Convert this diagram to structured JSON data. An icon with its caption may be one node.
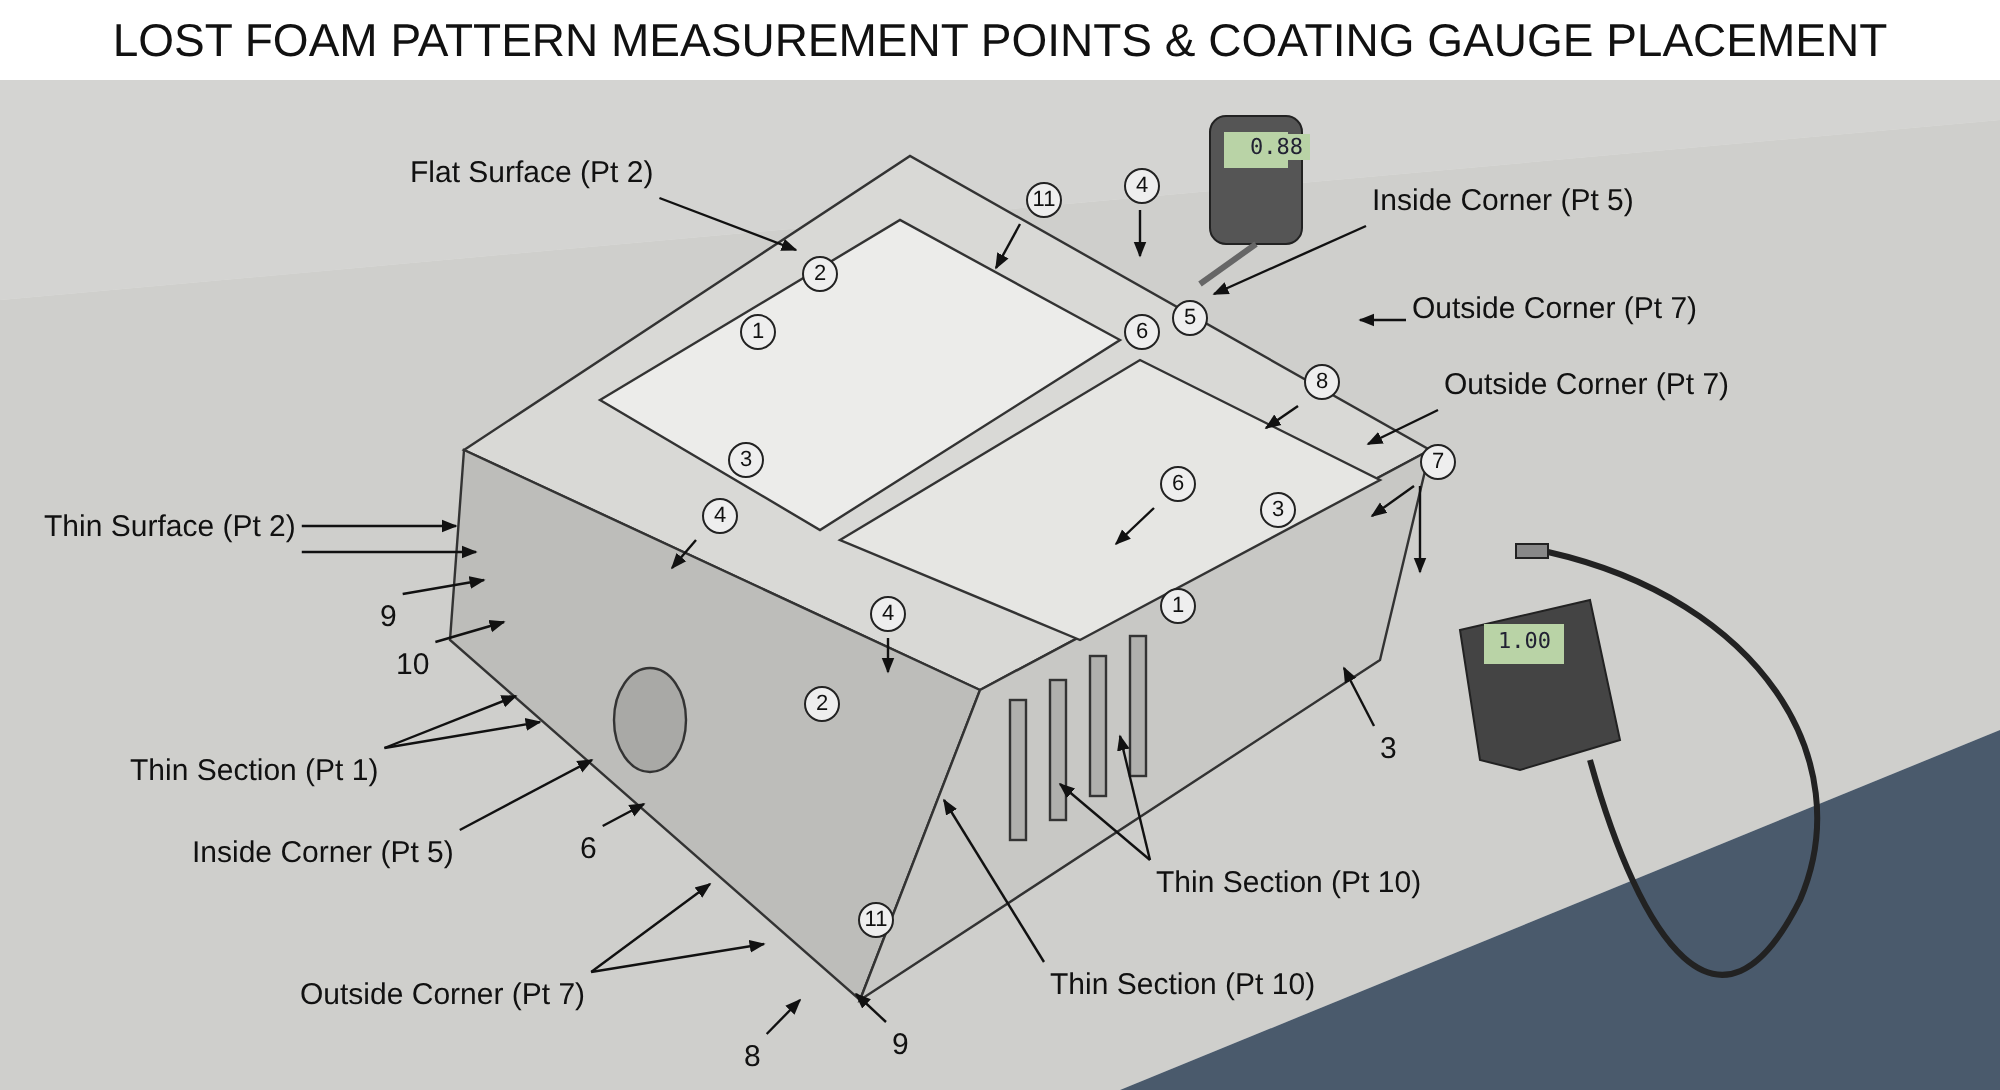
{
  "diagram": {
    "title": "LOST FOAM PATTERN MEASUREMENT POINTS & COATING GAUGE PLACEMENT",
    "nodes": [
      {
        "text": [
          "Flat Surface (Pt 2)"
        ]
      },
      {
        "text": [
          "Inside Corner (Pt 5)"
        ]
      },
      {
        "text": [
          "Outside Corner (Pt 7)"
        ]
      },
      {
        "text": [
          "Outside Corner (Pt 7)"
        ]
      },
      {
        "text": [
          "Thin Surface (Pt 2)"
        ]
      },
      {
        "text": [
          "9"
        ]
      },
      {
        "text": [
          "10"
        ]
      },
      {
        "text": [
          "Thin Section (Pt 1)"
        ]
      },
      {
        "text": [
          "Inside Corner (Pt 5)"
        ]
      },
      {
        "text": [
          "6"
        ]
      },
      {
        "text": [
          "Outside Corner (Pt 7)"
        ]
      },
      {
        "text": [
          "8"
        ]
      },
      {
        "text": [
          "9"
        ]
      },
      {
        "text": [
          "Thin Section (Pt 10)"
        ]
      },
      {
        "text": [
          "Thin Section (Pt 10)"
        ]
      },
      {
        "text": [
          "3"
        ]
      },
      {
        "text": [
          "11"
        ]
      },
      {
        "text": [
          "4"
        ]
      },
      {
        "text": [
          "8"
        ]
      },
      {
        "text": [
          "7"
        ]
      },
      {
        "text": [
          "6"
        ]
      },
      {
        "text": [
          "4"
        ]
      },
      {
        "text": [
          "4"
        ]
      },
      {
        "text": [
          "2"
        ]
      },
      {
        "text": [
          "5"
        ]
      },
      {
        "text": [
          "6"
        ]
      },
      {
        "text": [
          "1"
        ]
      },
      {
        "text": [
          "3"
        ]
      },
      {
        "text": [
          "3"
        ]
      },
      {
        "text": [
          "1"
        ]
      },
      {
        "text": [
          "2"
        ]
      },
      {
        "text": [
          "11"
        ]
      }
    ],
    "edges": [
      {
        "from": 0,
        "to": 23,
        "arrow": "to"
      },
      {
        "from": 1,
        "to": 24,
        "arrow": "to"
      },
      {
        "from": 2,
        "to": null,
        "arrow": "to"
      },
      {
        "from": 3,
        "to": null,
        "arrow": "to"
      },
      {
        "from": 4,
        "to": null,
        "arrow": "to"
      },
      {
        "from": 4,
        "to": null,
        "arrow": "to"
      },
      {
        "from": 5,
        "to": null,
        "arrow": "to"
      },
      {
        "from": 6,
        "to": null,
        "arrow": "to"
      },
      {
        "from": 7,
        "to": null,
        "arrow": "to"
      },
      {
        "from": 7,
        "to": null,
        "arrow": "to"
      },
      {
        "from": 8,
        "to": null,
        "arrow": "to"
      },
      {
        "from": 9,
        "to": null,
        "arrow": "to"
      },
      {
        "from": 10,
        "to": null,
        "arrow": "to"
      },
      {
        "from": 10,
        "to": null,
        "arrow": "to"
      },
      {
        "from": 11,
        "to": null,
        "arrow": "to"
      },
      {
        "from": 12,
        "to": null,
        "arrow": "to"
      },
      {
        "from": 13,
        "to": null,
        "arrow": "to"
      },
      {
        "from": 14,
        "to": null,
        "arrow": "to"
      },
      {
        "from": 14,
        "to": null,
        "arrow": "to"
      },
      {
        "from": 15,
        "to": null,
        "arrow": "to"
      },
      {
        "from": 16,
        "to": null,
        "arrow": "to"
      },
      {
        "from": 17,
        "to": null,
        "arrow": "to"
      },
      {
        "from": 18,
        "to": null,
        "arrow": "to"
      },
      {
        "from": 19,
        "to": null,
        "arrow": "to"
      },
      {
        "from": 19,
        "to": null,
        "arrow": "to"
      },
      {
        "from": 20,
        "to": null,
        "arrow": "to"
      },
      {
        "from": 21,
        "to": null,
        "arrow": "to"
      },
      {
        "from": 22,
        "to": null,
        "arrow": "to"
      }
    ],
    "labels": [
      "0.88",
      "1.00"
    ]
  }
}
